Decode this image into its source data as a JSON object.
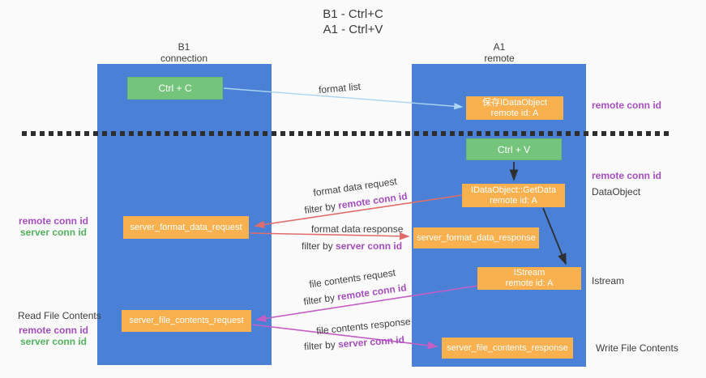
{
  "title": {
    "line1": "B1 - Ctrl+C",
    "line2": "A1 - Ctrl+V"
  },
  "lanes": {
    "left": {
      "title": "B1",
      "subtitle": "connection"
    },
    "right": {
      "title": "A1",
      "subtitle": "remote"
    }
  },
  "nodes": {
    "ctrl_c": {
      "label": "Ctrl + C"
    },
    "ctrl_v": {
      "label": "Ctrl + V"
    },
    "save_dataobject": {
      "line1": "保存IDataObject",
      "line2": "remote id: A"
    },
    "getdata": {
      "line1": "IDataObject::GetData",
      "line2": "remote id: A"
    },
    "istream": {
      "line1": "IStream",
      "line2": "remote id: A"
    },
    "format_request": {
      "label": "server_format_data_request"
    },
    "format_response": {
      "label": "server_format_data_response"
    },
    "file_request": {
      "label": "server_file_contents_request"
    },
    "file_response": {
      "label": "server_file_contents_response"
    }
  },
  "edge_labels": {
    "format_list": "format list",
    "format_data_request": "format data request",
    "format_data_response": "format data response",
    "file_contents_request": "file contents request",
    "file_contents_response": "file contents response",
    "filter_by": "filter by",
    "remote_conn_id": "remote conn id",
    "server_conn_id": "server conn id"
  },
  "side_labels": {
    "remote_conn_id": "remote conn id",
    "server_conn_id": "server conn id",
    "dataobject": "DataObject",
    "istream": "Istream",
    "read_file_contents": "Read File Contents",
    "write_file_contents": "Write File Contents"
  },
  "colors": {
    "lane_blue": "#4a80d6",
    "green_box": "#74c47c",
    "orange_box": "#f9b04e",
    "purple_text": "#a64dbe",
    "green_text": "#53b35d",
    "red_arrow": "#e06c6c",
    "magenta_arrow": "#c45ec4",
    "light_blue_arrow": "#a9d4f2",
    "black_arrow": "#2f2f2f",
    "dashed_line": "#2e2e2e",
    "background": "#fafafa"
  }
}
